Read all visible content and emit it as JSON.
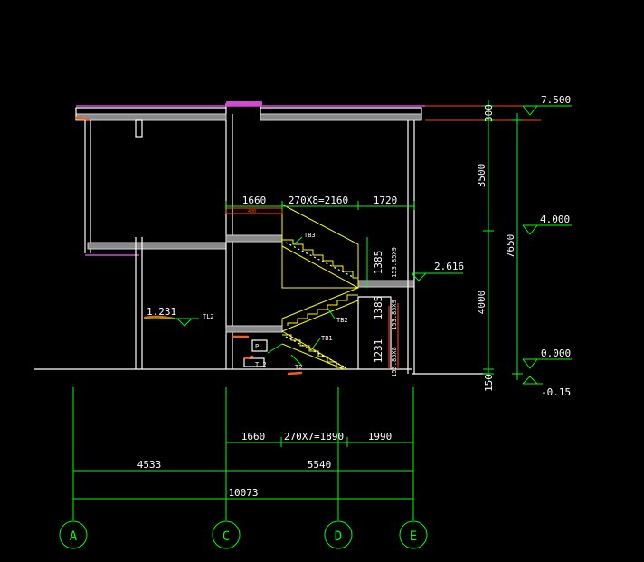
{
  "axes": [
    "A",
    "C",
    "D",
    "E"
  ],
  "elevations": {
    "roof": "7.500",
    "second_floor": "4.000",
    "landing": "2.616",
    "ground": "0.000",
    "below_ground": "-0.15",
    "left_slab": "1.231"
  },
  "vertical_dims": {
    "parapet": "300",
    "upper_storey": "3500",
    "lower_storey": "4000",
    "plinth": "150",
    "total_height": "7650",
    "flight_upper": "1385",
    "flight_lower": "1385",
    "flight_upper_risers": "153.85X9",
    "flight_lower_risers": "153.85X9",
    "flight_first_risers": "153.85X8",
    "flight_first_height": "1231"
  },
  "upper_dims": {
    "left": "1660",
    "middle": "270X8=2160",
    "right": "1720"
  },
  "lower_dims": {
    "left": "1660",
    "middle": "270X7=1890",
    "right": "1990"
  },
  "span_dims": {
    "ac": "4533",
    "ce": "5540",
    "total": "10073"
  },
  "labels": {
    "tb3": "TB3",
    "tb2": "TB2",
    "tb1": "TB1",
    "tl2_left": "TL2",
    "tl2_stair": "TL2",
    "pl": "PL",
    "t2": "T2",
    "beam_tag": "400"
  },
  "colors": {
    "background": "#000000",
    "structure": "#ffffff",
    "dimension": "#00ff00",
    "stair": "#ffff00",
    "roof_edge": "#d04ad0",
    "section_cut": "#ff3b1f"
  }
}
